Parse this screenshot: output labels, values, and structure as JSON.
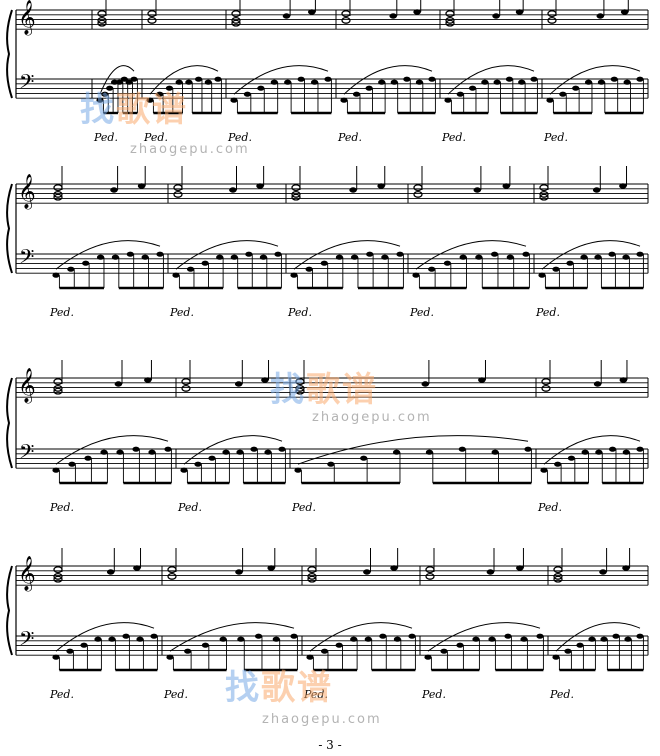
{
  "page": {
    "number_text": "- 3 -"
  },
  "watermark": {
    "brand_cn_1": "找",
    "brand_cn_2": "歌谱",
    "url": "zhaogepu.com"
  },
  "notation": {
    "pedal_mark": "Ped."
  },
  "colors": {
    "ink": "#000000",
    "watermark_blue": "#78aae6",
    "watermark_orange": "#faaa6e"
  }
}
